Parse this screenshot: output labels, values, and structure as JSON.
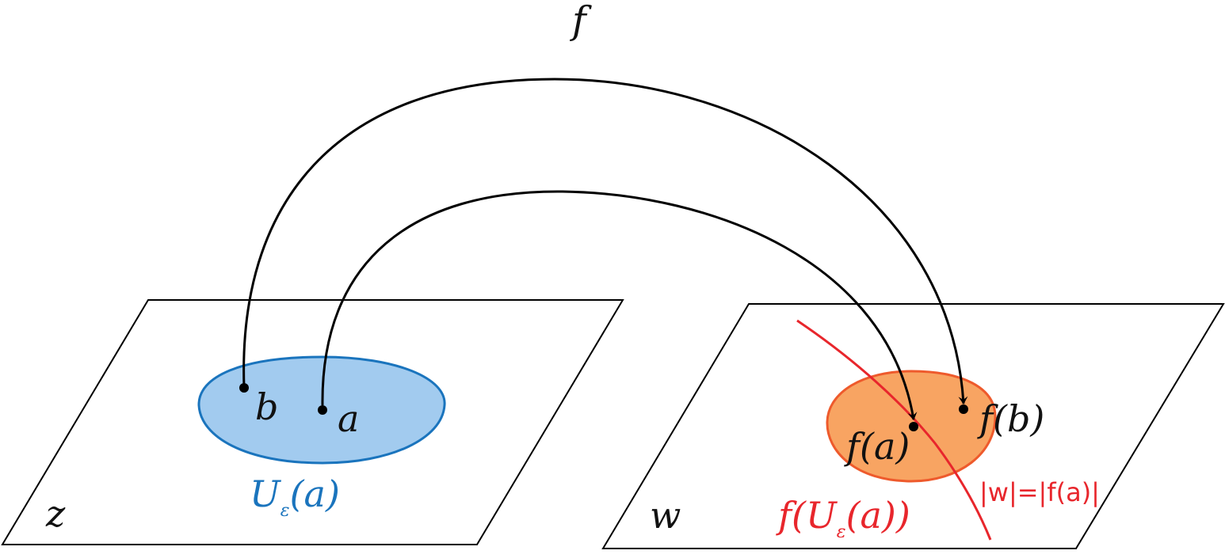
{
  "map_label": "f",
  "z_plane": {
    "plane_label": "z",
    "neighborhood_label": {
      "main": "U",
      "sub": "ε",
      "tail": "(a)"
    },
    "point_a": "a",
    "point_b": "b"
  },
  "w_plane": {
    "plane_label": "w",
    "image_label": {
      "prefix": "f(U",
      "sub": "ε",
      "tail": "(a))"
    },
    "point_fa": "f(a)",
    "point_fb": "f(b)",
    "modulus_curve_label": "|w|=|f(a)|"
  },
  "colors": {
    "neighborhood_fill": "#a2cbef",
    "neighborhood_stroke": "#1a74bd",
    "image_fill": "#f8a462",
    "image_stroke": "#ee5a2c",
    "modulus_curve": "#e8262c",
    "ink": "#000000"
  }
}
